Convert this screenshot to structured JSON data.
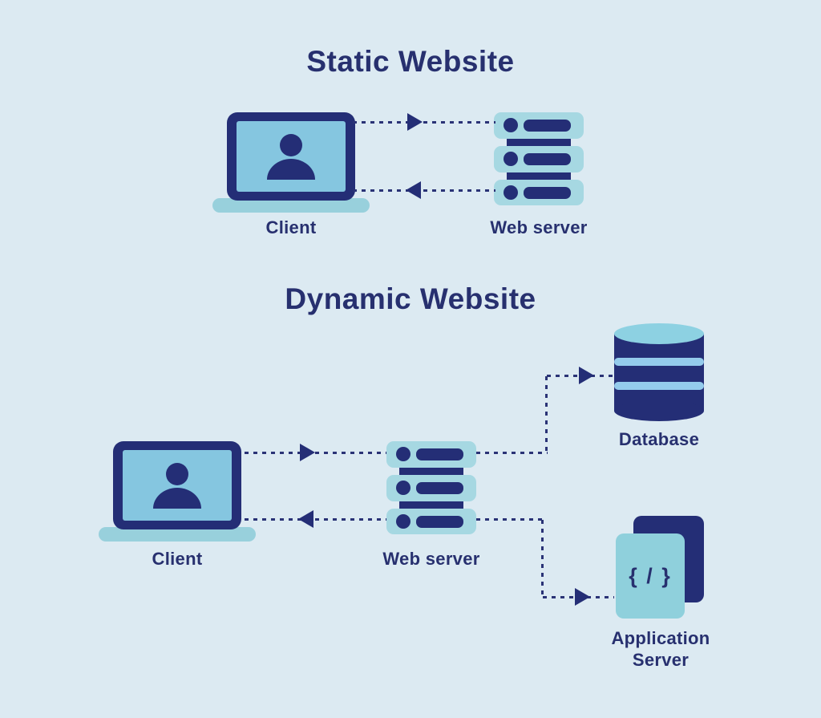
{
  "diagram": {
    "colors": {
      "background": "#dceaf2",
      "navy": "#242e76",
      "text_navy": "#27306f",
      "screen_blue": "#85c6e0",
      "server_blue": "#a6d8e2",
      "laptop_base_blue": "#98d0dc",
      "db_band_blue": "#94cbec",
      "db_top_blue": "#8dd1e2",
      "app_panel_blue": "#8fd0dc"
    },
    "static_section": {
      "title": "Static Website",
      "client": {
        "label": "Client"
      },
      "web_server": {
        "label": "Web server"
      }
    },
    "dynamic_section": {
      "title": "Dynamic Website",
      "client": {
        "label": "Client"
      },
      "web_server": {
        "label": "Web server"
      },
      "database": {
        "label": "Database"
      },
      "application_server": {
        "label_line1": "Application",
        "label_line2": "Server",
        "code_glyph": "{ / }"
      }
    }
  }
}
